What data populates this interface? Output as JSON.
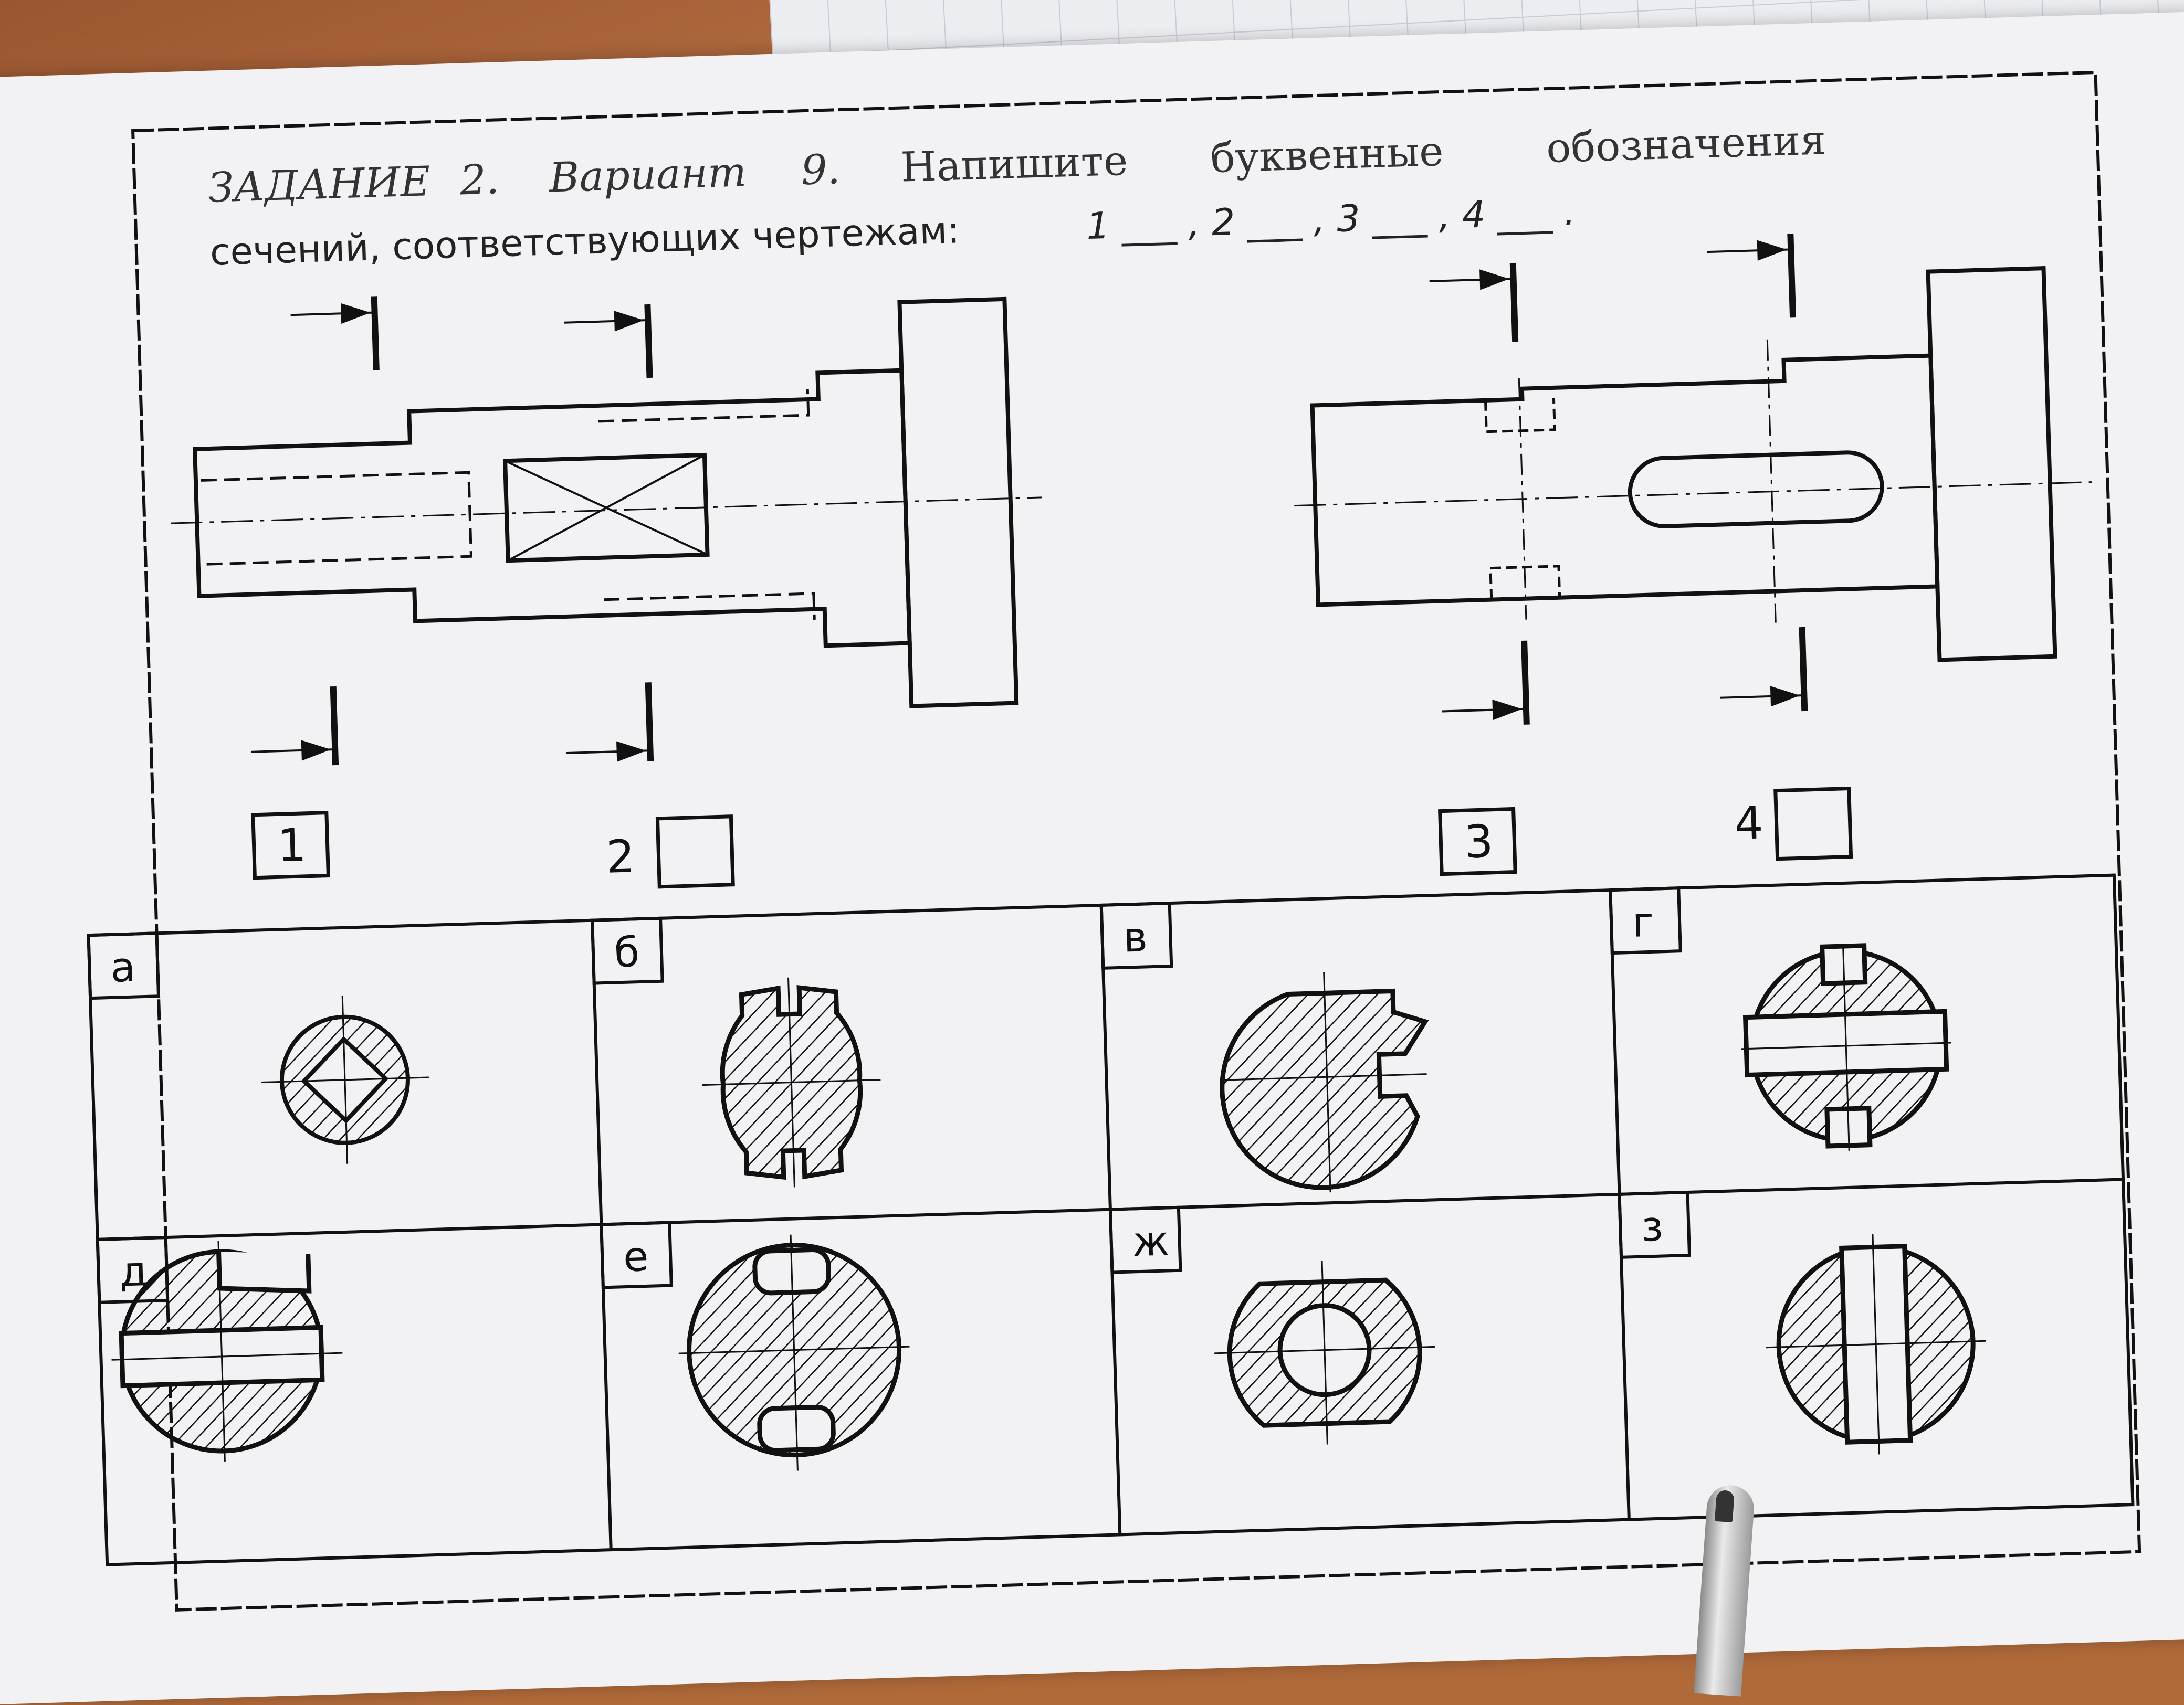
{
  "task": {
    "line1_a": "ЗАДАНИЕ",
    "line1_b": "2.",
    "line1_c": "Вариант",
    "line1_d": "9.",
    "line1_e": "Напишите",
    "line1_f": "буквенные",
    "line1_g": "обозначения",
    "line2_a": "сечений, соответствующих чертежам:",
    "line2_b": "1 ___ , 2 ___ , 3 ___ , 4 ___ ."
  },
  "drawing_labels": [
    "1",
    "2",
    "3",
    "4"
  ],
  "section_letters": [
    "а",
    "б",
    "в",
    "г",
    "д",
    "е",
    "ж",
    "з"
  ]
}
